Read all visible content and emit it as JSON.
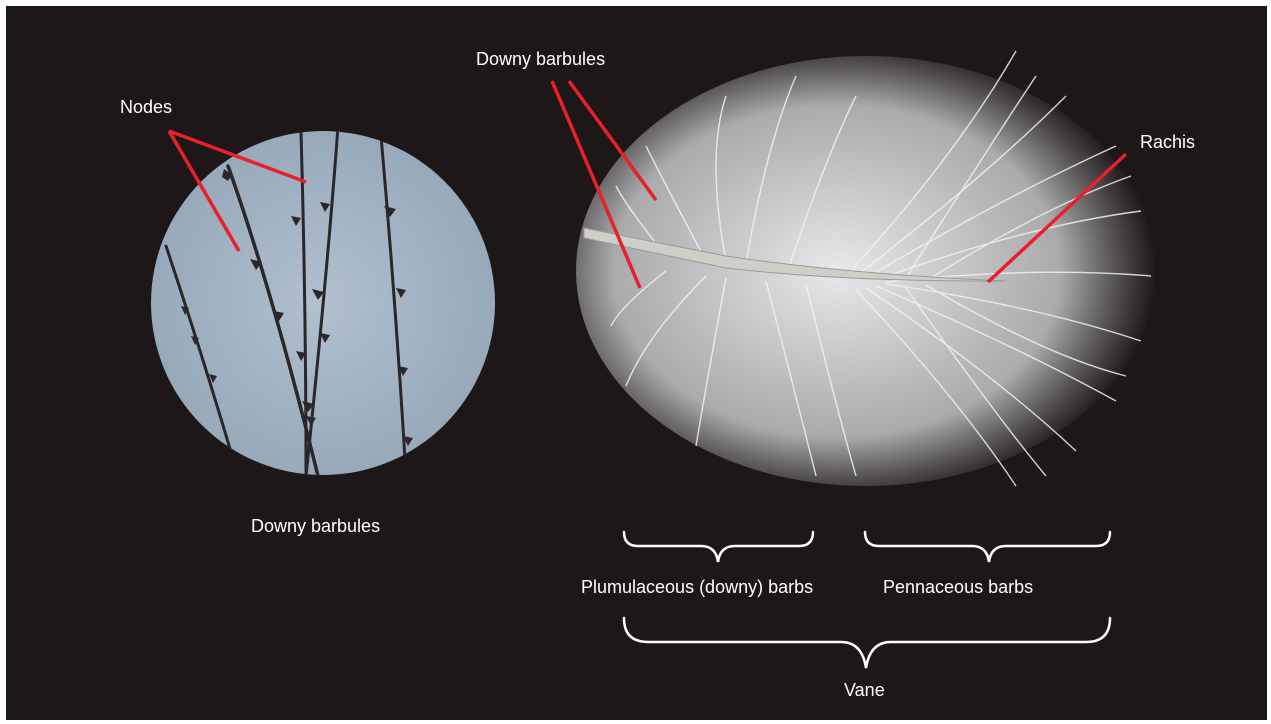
{
  "labels": {
    "nodes": "Nodes",
    "downy_barbules_top": "Downy barbules",
    "rachis": "Rachis",
    "downy_barbules_bottom": "Downy barbules",
    "plumulaceous_barbs": "Plumulaceous (downy) barbs",
    "pennaceous_barbs": "Pennaceous barbs",
    "vane": "Vane"
  },
  "colors": {
    "background": "#1d1718",
    "pointer_line": "#e8202a",
    "label_text": "#ffffff",
    "micrograph_fill": "#a3b3c4",
    "barbule_strand": "#2a2629",
    "feather": "#e9eaec",
    "bracket": "#ffffff"
  }
}
